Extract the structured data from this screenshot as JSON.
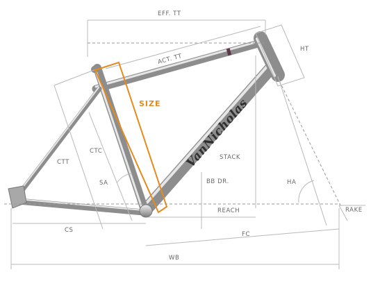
{
  "diagram": {
    "brand_text": "VanNicholas",
    "size_label": "SIZE",
    "labels": {
      "eff_tt": "EFF. TT",
      "act_tt": "ACT. TT",
      "ht": "HT",
      "ctt": "CTT",
      "ctc": "CTC",
      "sa": "SA",
      "stack": "STACK",
      "bb_dr": "BB DR.",
      "ha": "HA",
      "reach": "REACH",
      "rake": "RAKE",
      "cs": "CS",
      "fc": "FC",
      "wb": "WB"
    },
    "colors": {
      "accent": "#e58a1d",
      "frame": "#9a9a9a",
      "dimension_lines": "#b8b8b8",
      "label_text": "#666666"
    }
  }
}
